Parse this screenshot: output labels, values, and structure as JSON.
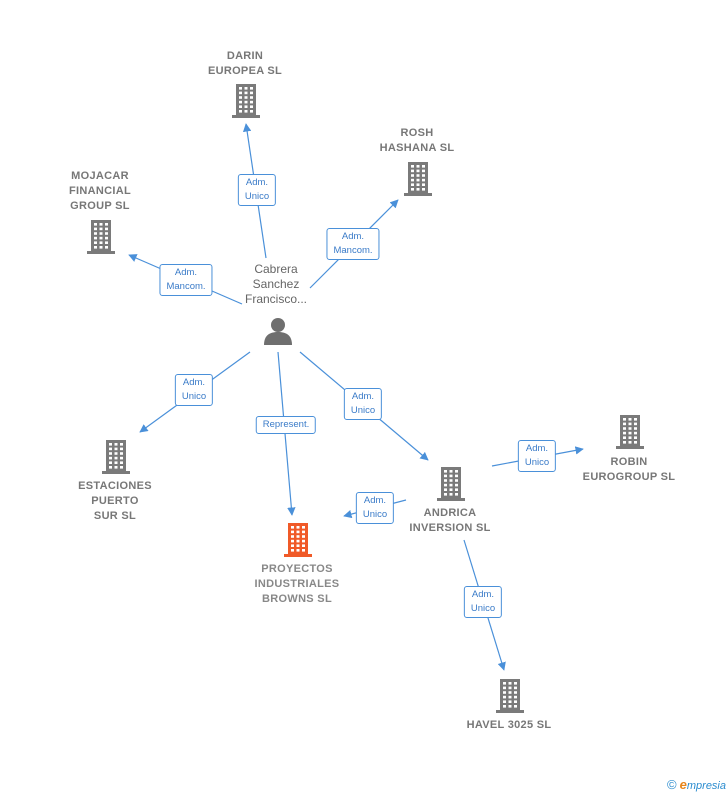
{
  "person": {
    "label": "Cabrera\nSanchez\nFrancisco...",
    "icon": "person-icon"
  },
  "companies": [
    {
      "id": "darin",
      "label": "DARIN\nEUROPEA  SL",
      "icon": "building-icon",
      "highlight": false
    },
    {
      "id": "rosh",
      "label": "ROSH\nHASHANA SL",
      "icon": "building-icon",
      "highlight": false
    },
    {
      "id": "mojacar",
      "label": "MOJACAR\nFINANCIAL\nGROUP SL",
      "icon": "building-icon",
      "highlight": false
    },
    {
      "id": "estaciones",
      "label": "ESTACIONES\nPUERTO\nSUR SL",
      "icon": "building-icon",
      "highlight": false
    },
    {
      "id": "proyectos",
      "label": "PROYECTOS\nINDUSTRIALES\nBROWNS  SL",
      "icon": "building-icon",
      "highlight": true
    },
    {
      "id": "andrica",
      "label": "ANDRICA\nINVERSION  SL",
      "icon": "building-icon",
      "highlight": false
    },
    {
      "id": "robin",
      "label": "ROBIN\nEUROGROUP SL",
      "icon": "building-icon",
      "highlight": false
    },
    {
      "id": "havel",
      "label": "HAVEL 3025  SL",
      "icon": "building-icon",
      "highlight": false
    }
  ],
  "relations": [
    {
      "from": "person",
      "to": "darin",
      "label": "Adm.\nUnico"
    },
    {
      "from": "person",
      "to": "rosh",
      "label": "Adm.\nMancom."
    },
    {
      "from": "person",
      "to": "mojacar",
      "label": "Adm.\nMancom."
    },
    {
      "from": "person",
      "to": "estaciones",
      "label": "Adm.\nUnico"
    },
    {
      "from": "person",
      "to": "proyectos",
      "label": "Represent."
    },
    {
      "from": "person",
      "to": "andrica",
      "label": "Adm.\nUnico"
    },
    {
      "from": "andrica",
      "to": "robin",
      "label": "Adm.\nUnico"
    },
    {
      "from": "andrica",
      "to": "proyectos",
      "label": "Adm.\nUnico"
    },
    {
      "from": "andrica",
      "to": "havel",
      "label": "Adm.\nUnico"
    }
  ],
  "colors": {
    "edge": "#4a90d9",
    "building": "#7a7a7a",
    "building_highlight": "#f05a28",
    "person": "#6f6f6f"
  },
  "footer": {
    "copyright": "©",
    "brand_initial": "e",
    "brand_rest": "mpresia"
  }
}
